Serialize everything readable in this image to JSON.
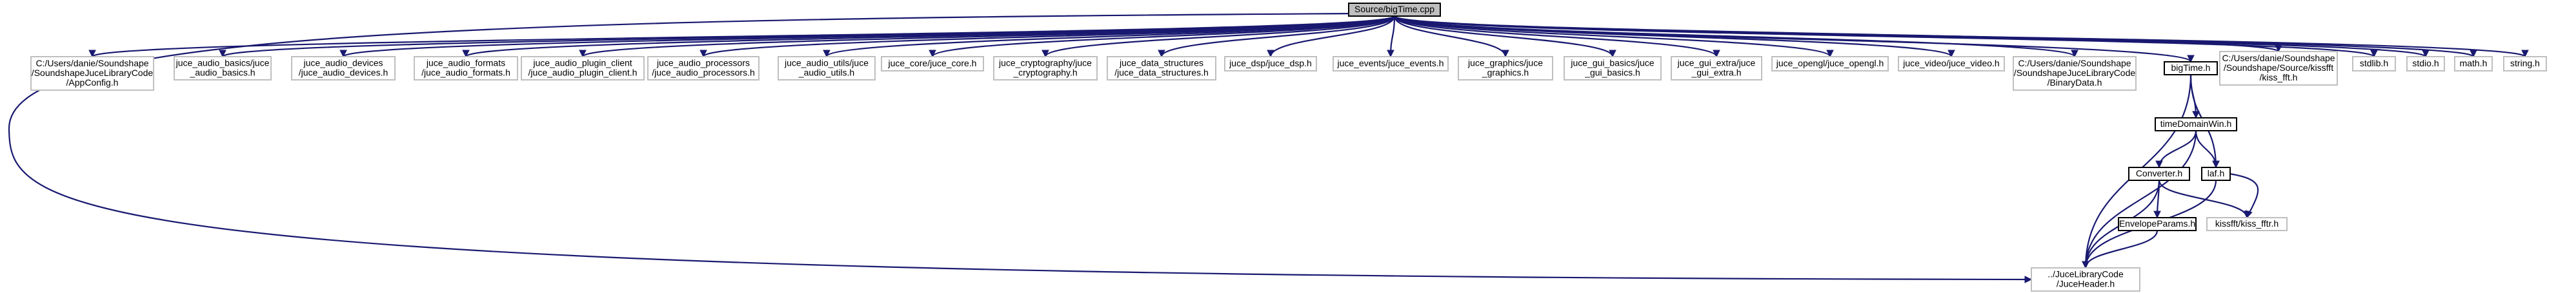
{
  "colors": {
    "edge": "#191970",
    "root_fill": "#bfbfbf",
    "root_stroke": "#000000",
    "doc_fill": "#ffffff",
    "doc_stroke": "#000000",
    "ext_fill": "#ffffff",
    "ext_stroke": "#bfbfbf"
  },
  "nodes": [
    {
      "id": "root",
      "kind": "root",
      "lines": [
        "Source/bigTime.cpp"
      ]
    },
    {
      "id": "appconfig",
      "kind": "ext",
      "lines": [
        "C:/Users/danie/Soundshape",
        "/SoundshapeJuceLibraryCode",
        "/AppConfig.h"
      ]
    },
    {
      "id": "audio_basics",
      "kind": "ext",
      "lines": [
        "juce_audio_basics/juce",
        "_audio_basics.h"
      ]
    },
    {
      "id": "audio_devices",
      "kind": "ext",
      "lines": [
        "juce_audio_devices",
        "/juce_audio_devices.h"
      ]
    },
    {
      "id": "audio_formats",
      "kind": "ext",
      "lines": [
        "juce_audio_formats",
        "/juce_audio_formats.h"
      ]
    },
    {
      "id": "plugin_client",
      "kind": "ext",
      "lines": [
        "juce_audio_plugin_client",
        "/juce_audio_plugin_client.h"
      ]
    },
    {
      "id": "audio_processors",
      "kind": "ext",
      "lines": [
        "juce_audio_processors",
        "/juce_audio_processors.h"
      ]
    },
    {
      "id": "audio_utils",
      "kind": "ext",
      "lines": [
        "juce_audio_utils/juce",
        "_audio_utils.h"
      ]
    },
    {
      "id": "core",
      "kind": "ext",
      "lines": [
        "juce_core/juce_core.h"
      ]
    },
    {
      "id": "cryptography",
      "kind": "ext",
      "lines": [
        "juce_cryptography/juce",
        "_cryptography.h"
      ]
    },
    {
      "id": "data_structures",
      "kind": "ext",
      "lines": [
        "juce_data_structures",
        "/juce_data_structures.h"
      ]
    },
    {
      "id": "dsp",
      "kind": "ext",
      "lines": [
        "juce_dsp/juce_dsp.h"
      ]
    },
    {
      "id": "events",
      "kind": "ext",
      "lines": [
        "juce_events/juce_events.h"
      ]
    },
    {
      "id": "graphics",
      "kind": "ext",
      "lines": [
        "juce_graphics/juce",
        "_graphics.h"
      ]
    },
    {
      "id": "gui_basics",
      "kind": "ext",
      "lines": [
        "juce_gui_basics/juce",
        "_gui_basics.h"
      ]
    },
    {
      "id": "gui_extra",
      "kind": "ext",
      "lines": [
        "juce_gui_extra/juce",
        "_gui_extra.h"
      ]
    },
    {
      "id": "opengl",
      "kind": "ext",
      "lines": [
        "juce_opengl/juce_opengl.h"
      ]
    },
    {
      "id": "video",
      "kind": "ext",
      "lines": [
        "juce_video/juce_video.h"
      ]
    },
    {
      "id": "binarydata",
      "kind": "ext",
      "lines": [
        "C:/Users/danie/Soundshape",
        "/SoundshapeJuceLibraryCode",
        "/BinaryData.h"
      ]
    },
    {
      "id": "bigtime_h",
      "kind": "doc",
      "lines": [
        "bigTime.h"
      ]
    },
    {
      "id": "kiss_fft_ext",
      "kind": "ext",
      "lines": [
        "C:/Users/danie/Soundshape",
        "/Soundshape/Source/kissfft",
        "/kiss_fft.h"
      ]
    },
    {
      "id": "stdlib",
      "kind": "ext",
      "lines": [
        "stdlib.h"
      ]
    },
    {
      "id": "stdio",
      "kind": "ext",
      "lines": [
        "stdio.h"
      ]
    },
    {
      "id": "math",
      "kind": "ext",
      "lines": [
        "math.h"
      ]
    },
    {
      "id": "string",
      "kind": "ext",
      "lines": [
        "string.h"
      ]
    },
    {
      "id": "timedomain",
      "kind": "doc",
      "lines": [
        "timeDomainWin.h"
      ]
    },
    {
      "id": "laf",
      "kind": "doc",
      "lines": [
        "laf.h"
      ]
    },
    {
      "id": "converter",
      "kind": "doc",
      "lines": [
        "Converter.h"
      ]
    },
    {
      "id": "kiss_fftr",
      "kind": "ext",
      "lines": [
        "kissfft/kiss_fftr.h"
      ]
    },
    {
      "id": "envelope",
      "kind": "doc",
      "lines": [
        "EnvelopeParams.h"
      ]
    },
    {
      "id": "juceheader",
      "kind": "ext",
      "lines": [
        "../JuceLibraryCode",
        "/JuceHeader.h"
      ]
    }
  ],
  "edges": [
    [
      "root",
      "appconfig"
    ],
    [
      "root",
      "audio_basics"
    ],
    [
      "root",
      "audio_devices"
    ],
    [
      "root",
      "audio_formats"
    ],
    [
      "root",
      "plugin_client"
    ],
    [
      "root",
      "audio_processors"
    ],
    [
      "root",
      "audio_utils"
    ],
    [
      "root",
      "core"
    ],
    [
      "root",
      "cryptography"
    ],
    [
      "root",
      "data_structures"
    ],
    [
      "root",
      "dsp"
    ],
    [
      "root",
      "events"
    ],
    [
      "root",
      "graphics"
    ],
    [
      "root",
      "gui_basics"
    ],
    [
      "root",
      "gui_extra"
    ],
    [
      "root",
      "opengl"
    ],
    [
      "root",
      "video"
    ],
    [
      "root",
      "binarydata"
    ],
    [
      "root",
      "bigtime_h"
    ],
    [
      "root",
      "kiss_fft_ext"
    ],
    [
      "root",
      "stdlib"
    ],
    [
      "root",
      "stdio"
    ],
    [
      "root",
      "math"
    ],
    [
      "root",
      "string"
    ],
    [
      "root",
      "juceheader"
    ],
    [
      "bigtime_h",
      "timedomain"
    ],
    [
      "bigtime_h",
      "laf"
    ],
    [
      "bigtime_h",
      "juceheader"
    ],
    [
      "timedomain",
      "converter"
    ],
    [
      "timedomain",
      "laf"
    ],
    [
      "timedomain",
      "juceheader"
    ],
    [
      "laf",
      "juceheader"
    ],
    [
      "laf",
      "kiss_fftr"
    ],
    [
      "converter",
      "envelope"
    ],
    [
      "converter",
      "kiss_fftr"
    ],
    [
      "converter",
      "juceheader"
    ],
    [
      "envelope",
      "juceheader"
    ]
  ]
}
